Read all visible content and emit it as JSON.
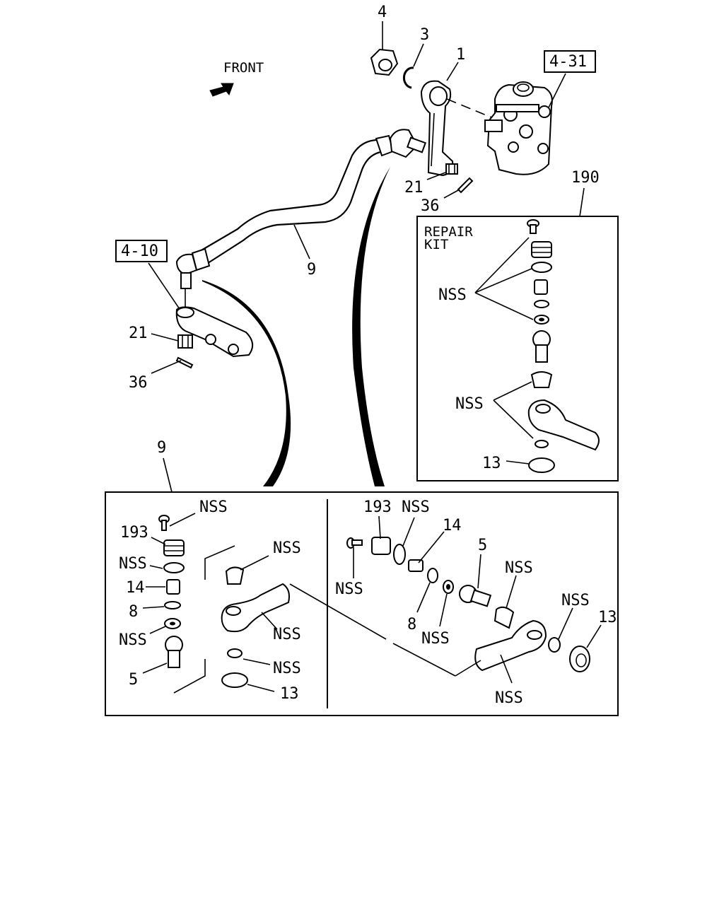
{
  "labels": {
    "front": "FRONT",
    "ref_4_31": "4-31",
    "ref_4_10": "4-10",
    "repair_kit": "REPAIR",
    "repair_kit_2": "KIT",
    "p4": "4",
    "p3": "3",
    "p1": "1",
    "p21_top": "21",
    "p36_top": "36",
    "p9_tube": "9",
    "p190": "190",
    "p21_left": "21",
    "p36_left": "36",
    "p9_box": "9",
    "kit_nss_1": "NSS",
    "kit_nss_2": "NSS",
    "kit_13": "13",
    "l_nss_bolt": "NSS",
    "l_193": "193",
    "l_nss_oring": "NSS",
    "l_14": "14",
    "l_8": "8",
    "l_nss_seat": "NSS",
    "l_5": "5",
    "l_nss_cup": "NSS",
    "l_nss_end": "NSS",
    "l_nss_ring": "NSS",
    "l_13": "13",
    "r_193": "193",
    "r_nss_oring": "NSS",
    "r_14": "14",
    "r_5": "5",
    "r_nss_bolt": "NSS",
    "r_8": "8",
    "r_nss_seat": "NSS",
    "r_nss_cup": "NSS",
    "r_nss_ring": "NSS",
    "r_13": "13",
    "r_nss_end": "NSS"
  },
  "icons": {
    "front_arrow": "front-arrow-icon"
  }
}
